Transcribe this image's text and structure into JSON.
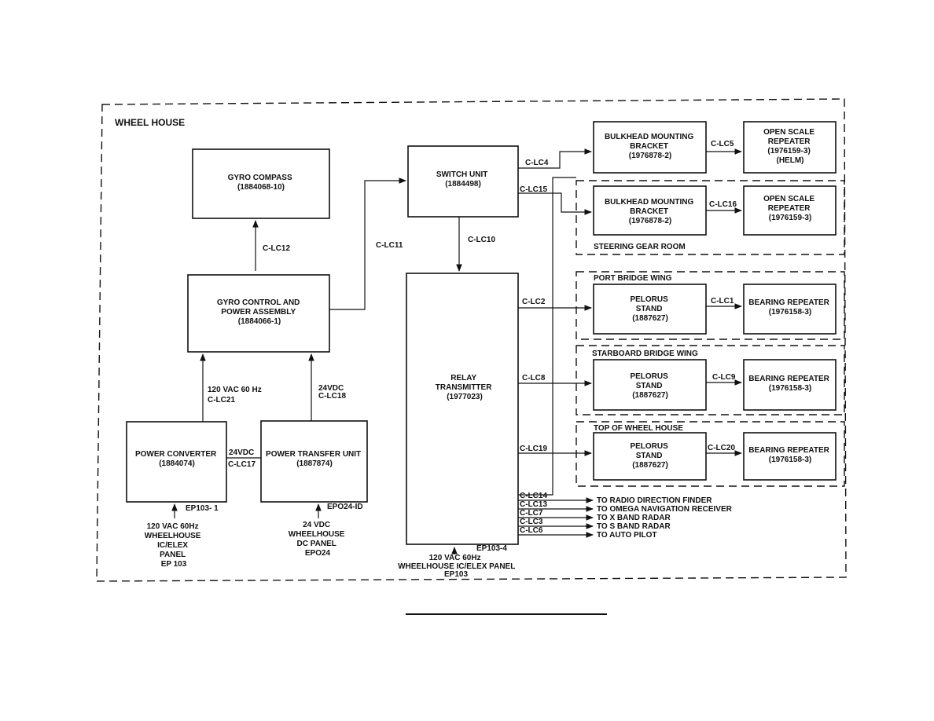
{
  "zones": {
    "wheel_house": "WHEEL HOUSE",
    "steering_gear_room": "STEERING GEAR ROOM",
    "port_bridge_wing": "PORT BRIDGE WING",
    "starboard_bridge_wing": "STARBOARD BRIDGE WING",
    "top_of_wheel_house": "TOP OF WHEEL HOUSE"
  },
  "boxes": {
    "gyro_compass": [
      "GYRO COMPASS",
      "(1884068-10)"
    ],
    "gyro_control": [
      "GYRO CONTROL AND",
      "POWER ASSEMBLY",
      "(1884066-1)"
    ],
    "switch_unit": [
      "SWITCH UNIT",
      "(1884498)"
    ],
    "relay_transmitter": [
      "RELAY",
      "TRANSMITTER",
      "(1977023)"
    ],
    "power_converter": [
      "POWER CONVERTER",
      "(1884074)"
    ],
    "power_transfer": [
      "POWER TRANSFER UNIT",
      "(1887874)"
    ],
    "bulkhead_1": [
      "BULKHEAD MOUNTING",
      "BRACKET",
      "(1976878-2)"
    ],
    "open_scale_1": [
      "OPEN SCALE",
      "REPEATER",
      "(1976159-3)",
      "(HELM)"
    ],
    "bulkhead_2": [
      "BULKHEAD MOUNTING",
      "BRACKET",
      "(1976878-2)"
    ],
    "open_scale_2": [
      "OPEN SCALE",
      "REPEATER",
      "(1976159-3)"
    ],
    "pelorus_port": [
      "PELORUS",
      "STAND",
      "(1887627)"
    ],
    "bearing_port": [
      "BEARING REPEATER",
      "(1976158-3)"
    ],
    "pelorus_stbd": [
      "PELORUS",
      "STAND",
      "(1887627)"
    ],
    "bearing_stbd": [
      "BEARING REPEATER",
      "(1976158-3)"
    ],
    "pelorus_top": [
      "PELORUS",
      "STAND",
      "(1887627)"
    ],
    "bearing_top": [
      "BEARING REPEATER",
      "(1976158-3)"
    ]
  },
  "cables": {
    "lc12": "C-LC12",
    "lc11": "C-LC11",
    "lc10": "C-LC10",
    "lc4": "C-LC4",
    "lc5": "C-LC5",
    "lc15": "C-LC15",
    "lc16": "C-LC16",
    "lc2": "C-LC2",
    "lc1": "C-LC1",
    "lc8": "C-LC8",
    "lc9": "C-LC9",
    "lc19": "C-LC19",
    "lc20": "C-LC20",
    "lc21": [
      "120 VAC 60 Hz",
      "C-LC21"
    ],
    "lc18": [
      "24VDC",
      "C-LC18"
    ],
    "lc17": [
      "24VDC",
      "C-LC17"
    ],
    "lc14": "C-LC14",
    "lc13": "C-LC13",
    "lc7": "C-LC7",
    "lc3": "C-LC3",
    "lc6": "C-LC6"
  },
  "outputs": {
    "lc14": "TO RADIO DIRECTION FINDER",
    "lc13": "TO OMEGA NAVIGATION RECEIVER",
    "lc7": "TO X BAND RADAR",
    "lc3": "TO S BAND RADAR",
    "lc6": "TO AUTO PILOT"
  },
  "power": {
    "ep103_1": "EP103- 1",
    "ac_source": [
      "120 VAC 60Hz",
      "WHEELHOUSE",
      "IC/ELEX",
      "PANEL",
      "EP 103"
    ],
    "epo24_id": "EPO24-ID",
    "dc_source": [
      "24 VDC",
      "WHEELHOUSE",
      "DC PANEL",
      "EPO24"
    ],
    "ep103_4": "EP103-4",
    "relay_source": [
      "120 VAC 60Hz",
      "WHEELHOUSE IC/ELEX PANEL",
      "EP103"
    ]
  }
}
